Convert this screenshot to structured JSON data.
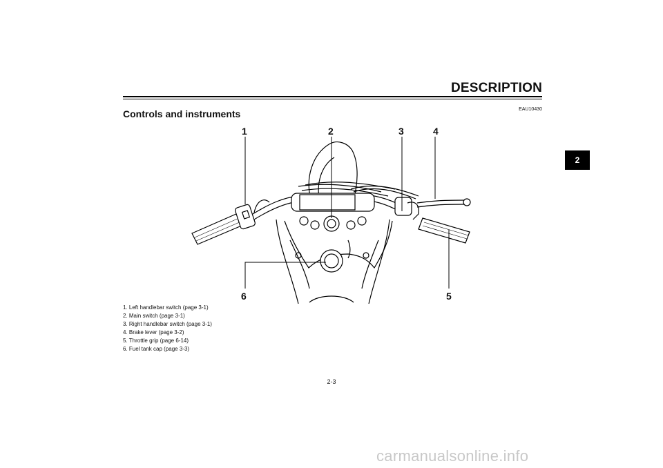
{
  "header": {
    "section_title": "DESCRIPTION",
    "doc_code": "EAU10430"
  },
  "chapter_tab": "2",
  "heading": "Controls and instruments",
  "callouts": [
    "1",
    "2",
    "3",
    "4",
    "5",
    "6"
  ],
  "legend": [
    "1.  Left handlebar switch (page 3-1)",
    "2.  Main switch (page 3-1)",
    "3.  Right handlebar switch (page 3-1)",
    "4.  Brake lever (page 3-2)",
    "5.  Throttle grip (page 6-14)",
    "6.  Fuel tank cap (page 3-3)"
  ],
  "page_number": "2-3",
  "watermark": "carmanualsonline.info"
}
